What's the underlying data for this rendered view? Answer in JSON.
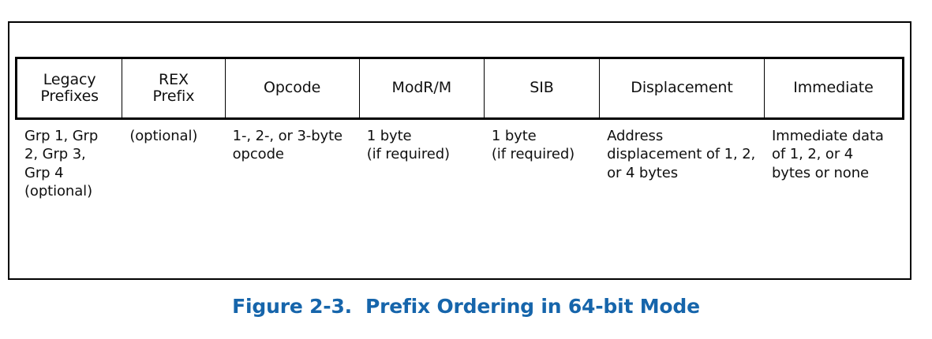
{
  "figure": {
    "caption_number": "Figure 2-3.",
    "caption_title": "Prefix Ordering in 64-bit Mode",
    "caption_full": "Figure 2-3.  Prefix Ordering in 64-bit Mode",
    "caption_color": "#1665ab",
    "border_color": "#000000",
    "background_color": "#ffffff",
    "text_color": "#101010"
  },
  "table": {
    "columns": [
      {
        "key": "legacy_prefixes",
        "header": "Legacy\nPrefixes",
        "body": "Grp 1, Grp 2, Grp 3, Grp 4 (optional)"
      },
      {
        "key": "rex_prefix",
        "header": "REX\nPrefix",
        "body": "(optional)"
      },
      {
        "key": "opcode",
        "header": "Opcode",
        "body": "1-, 2-, or 3-byte opcode"
      },
      {
        "key": "modrm",
        "header": "ModR/M",
        "body": "1 byte\n(if required)"
      },
      {
        "key": "sib",
        "header": "SIB",
        "body": "1 byte\n(if required)"
      },
      {
        "key": "displacement",
        "header": "Displacement",
        "body": "Address displacement of 1, 2, or 4 bytes"
      },
      {
        "key": "immediate",
        "header": "Immediate",
        "body": "Immediate data of 1, 2, or 4 bytes or none"
      }
    ]
  }
}
